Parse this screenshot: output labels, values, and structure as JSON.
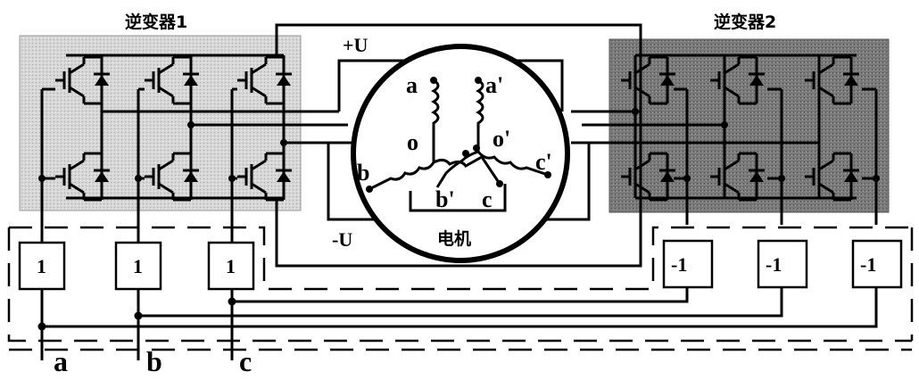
{
  "inverter1": {
    "title": "逆变器1"
  },
  "inverter2": {
    "title": "逆变器2"
  },
  "dc_bus": {
    "positive": "+U",
    "negative": "-U"
  },
  "motor": {
    "label": "电机",
    "terminals": {
      "a": "a",
      "b": "b",
      "c": "c",
      "a_prime": "a'",
      "b_prime": "b'",
      "c_prime": "c'",
      "o": "o",
      "o_prime": "o'"
    }
  },
  "gain_blocks_left": [
    "1",
    "1",
    "1"
  ],
  "gain_blocks_right": [
    "-1",
    "-1",
    "-1"
  ],
  "inputs": [
    "a",
    "b",
    "c"
  ],
  "colors": {
    "inverter1_fill": "#d2d2d2",
    "inverter2_fill": "#777777",
    "line": "#000000"
  }
}
